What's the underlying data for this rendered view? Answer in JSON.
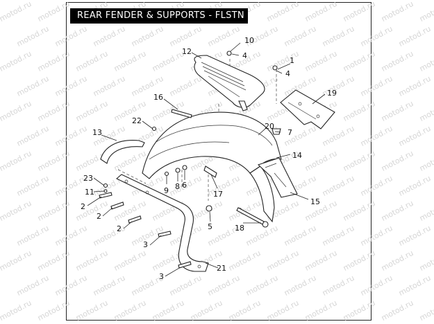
{
  "title": "REAR FENDER & SUPPORTS - FLSTN",
  "watermark": "motod.ru",
  "colors": {
    "title_bg": "#000000",
    "title_fg": "#ffffff",
    "line": "#222222",
    "watermark": "#d6d6d6"
  },
  "callouts": [
    "1",
    "2",
    "2",
    "2",
    "3",
    "3",
    "4",
    "4",
    "5",
    "6",
    "7",
    "8",
    "9",
    "10",
    "11",
    "12",
    "13",
    "14",
    "15",
    "16",
    "17",
    "18",
    "19",
    "20",
    "21",
    "22",
    "23"
  ]
}
